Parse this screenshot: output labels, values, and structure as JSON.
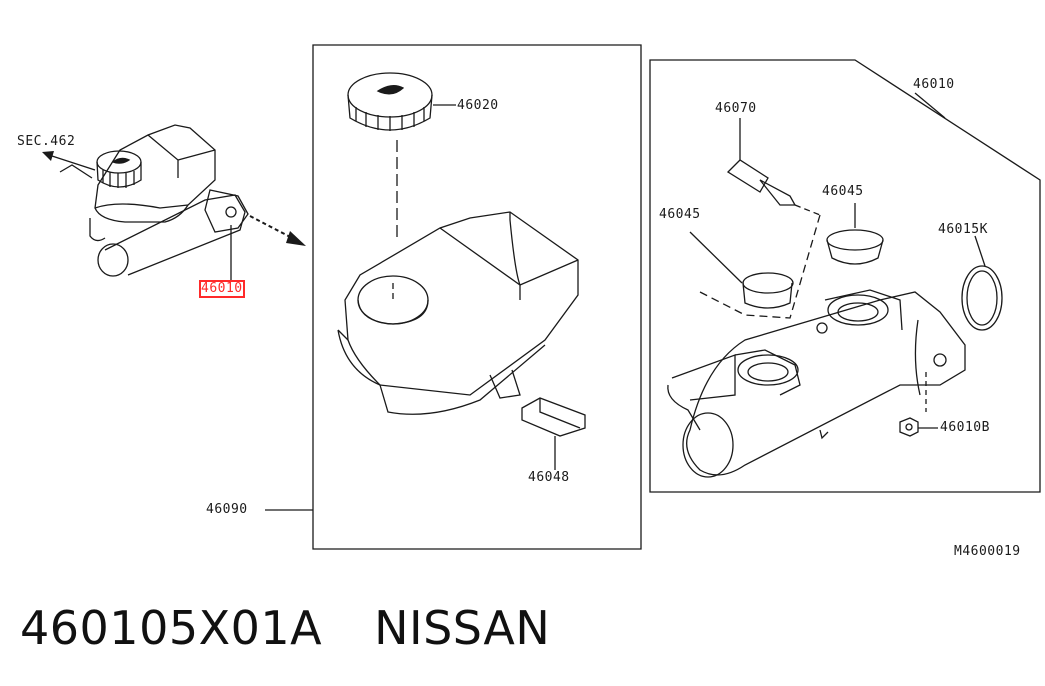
{
  "labels": {
    "sec": "SEC.462",
    "overview_part": "46010",
    "cap": "46020",
    "reservoir_assy": "46090",
    "sensor": "46048",
    "master_cyl": "46010",
    "pin": "46070",
    "grommet_left": "46045",
    "grommet_right": "46045",
    "oring": "46015K",
    "nut": "46010B",
    "figure_code": "M4600019"
  },
  "footer": {
    "part_number": "460105X01A",
    "brand": "NISSAN"
  },
  "highlight_color": "#ff2a2a"
}
